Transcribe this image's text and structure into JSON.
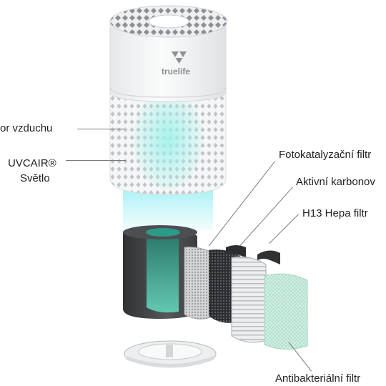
{
  "brand": {
    "logo_text": "truelife"
  },
  "labels": {
    "air_sensor": "or vzduchu",
    "uv_brand": "UVCAIR®",
    "uv_light": "Světlo",
    "photocatalytic": "Fotokatalyzační filtr",
    "carbon": "Aktivní karbonov",
    "hepa": "H13 Hepa filtr",
    "antibacterial": "Antibakteriální filtr"
  },
  "colors": {
    "uv_glow": "#7fe6f2",
    "housing": "#f3f4f5",
    "prefilter_outer": "#3d3f41",
    "prefilter_inner": "#3fa591",
    "antibacterial": "#cdeee0",
    "leader_line": "#7a7a7a"
  }
}
